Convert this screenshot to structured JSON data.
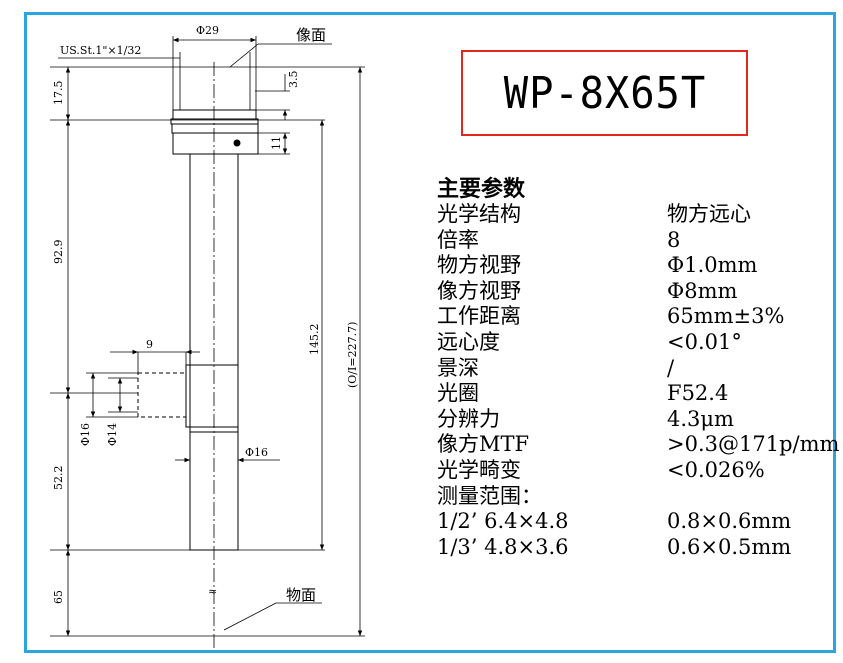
{
  "model": "WP-8X65T",
  "drawing": {
    "image_plane_label": "像面",
    "object_plane_label": "物面",
    "thread_label": "US.St.1\"×1/32",
    "dims": {
      "d29": "Φ29",
      "h17_5": "17.5",
      "h3_5": "3.5",
      "h11": "11",
      "h92_9": "92.9",
      "h145_2": "145.2",
      "total": "(O/I=227.7)",
      "w9": "9",
      "d16_port": "Φ16",
      "d14_port": "Φ14",
      "d16_tube": "Φ16",
      "h52_2": "52.2",
      "h65": "65",
      "break_mark": "≈"
    }
  },
  "params": {
    "heading": "主要参数",
    "rows": [
      {
        "label": "光学结构",
        "value": "物方远心"
      },
      {
        "label": "倍率",
        "value": "8"
      },
      {
        "label": "物方视野",
        "value": "Φ1.0mm"
      },
      {
        "label": "像方视野",
        "value": "Φ8mm"
      },
      {
        "label": "工作距离",
        "value": "65mm±3%"
      },
      {
        "label": "远心度",
        "value": "<0.01°"
      },
      {
        "label": "景深",
        "value": "/"
      },
      {
        "label": "光圈",
        "value": "F52.4"
      },
      {
        "label": "分辨力",
        "value": "4.3μm"
      },
      {
        "label": "像方MTF",
        "value": ">0.3@171p/mm"
      },
      {
        "label": "光学畸变",
        "value": "<0.026%"
      }
    ],
    "range_title": "测量范围：",
    "ranges": [
      {
        "label": "1/2’ 6.4×4.8",
        "value": "0.8×0.6mm"
      },
      {
        "label": "1/3’ 4.8×3.6",
        "value": "0.6×0.5mm"
      }
    ]
  },
  "colors": {
    "frame": "#2aa5e0",
    "model_border": "#e0281e"
  }
}
